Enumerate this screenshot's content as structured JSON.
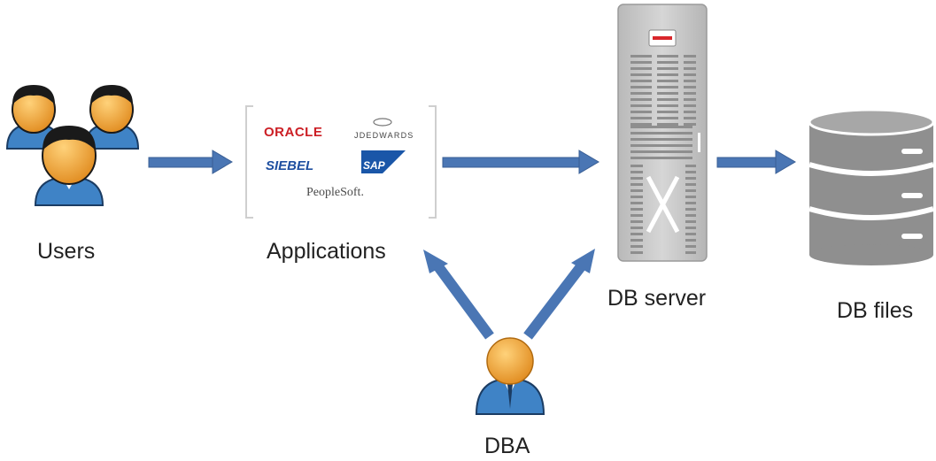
{
  "nodes": {
    "users": {
      "label": "Users"
    },
    "applications": {
      "label": "Applications",
      "logos": {
        "oracle": "ORACLE",
        "jdedwards": "JDEDWARDS",
        "siebel": "SIEBEL",
        "sap": "SAP",
        "peoplesoft": "PeopleSoft."
      }
    },
    "db_server": {
      "label": "DB server"
    },
    "db_files": {
      "label": "DB files"
    },
    "dba": {
      "label": "DBA"
    }
  },
  "edges": [
    {
      "from": "users",
      "to": "applications"
    },
    {
      "from": "applications",
      "to": "db_server"
    },
    {
      "from": "db_server",
      "to": "db_files"
    },
    {
      "from": "dba",
      "to": "applications"
    },
    {
      "from": "dba",
      "to": "db_server"
    }
  ],
  "colors": {
    "arrow": "#4a76b4",
    "arrow_stroke": "#3a5f95",
    "person_skin": "#f3a53a",
    "person_shirt": "#3f83c6",
    "person_hair": "#1a1a1a",
    "server_body": "#c9c9c9",
    "server_red": "#d9262b",
    "db_gray": "#8f8f8f",
    "oracle_red": "#cc1f25",
    "siebel_blue": "#1f4fa0",
    "sap_blue": "#1a56a8",
    "peoplesoft_text": "#4a4a4a"
  }
}
